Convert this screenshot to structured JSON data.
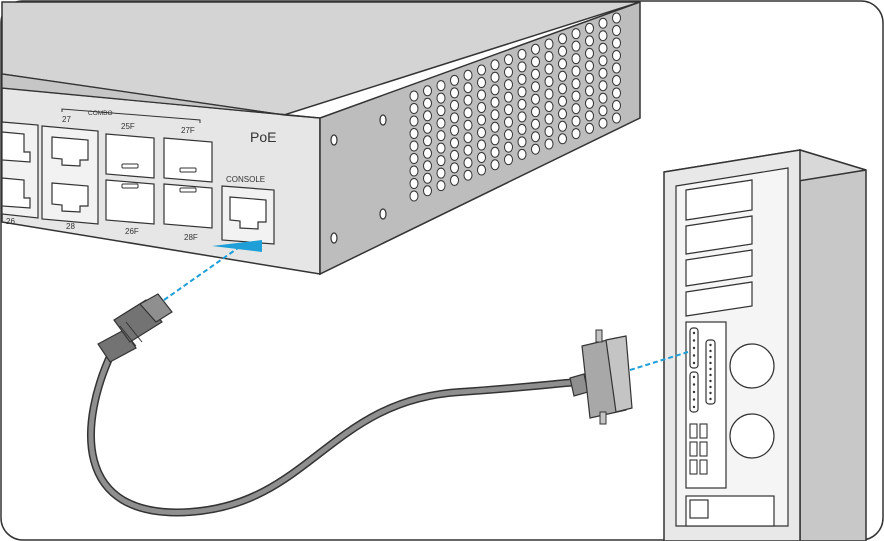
{
  "switch": {
    "brand_label": "PoE",
    "console_label": "CONSOLE",
    "combo_label": "COMBO",
    "port_labels": {
      "p26": "26",
      "p27": "27",
      "p28": "28",
      "p25f": "25F",
      "p26f": "26F",
      "p27f": "27F",
      "p28f": "28F"
    }
  },
  "colors": {
    "outline": "#333333",
    "switch_front": "#e6e6e6",
    "switch_top": "#d4d4d4",
    "switch_side": "#bdbdbd",
    "cable": "#8f8f8f",
    "connector": "#737373",
    "accent_arrow": "#1e9fd8",
    "guide_line": "#1e9fd8",
    "pc_body": "#e8e8e8",
    "pc_side": "#c8c8c8"
  },
  "icons": {
    "console_arrow": "arrow-indicator-icon"
  }
}
